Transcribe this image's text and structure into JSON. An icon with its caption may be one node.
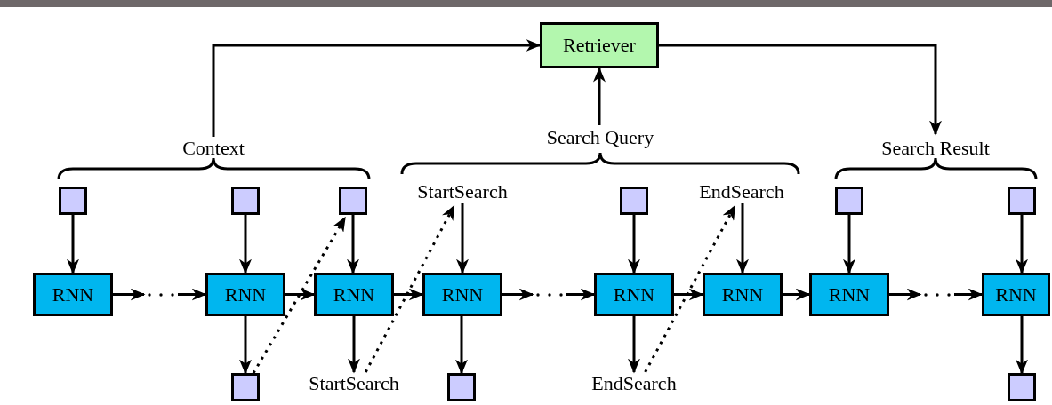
{
  "diagram": {
    "nodes": [
      {
        "text": [
          "Retriever"
        ]
      },
      {
        "text": [
          "Context"
        ]
      },
      {
        "text": [
          "Search Query"
        ]
      },
      {
        "text": [
          "Search Result"
        ]
      },
      {
        "text": [],
        "shape": "box"
      },
      {
        "text": [],
        "shape": "box"
      },
      {
        "text": [],
        "shape": "box"
      },
      {
        "text": [
          "StartSearch"
        ]
      },
      {
        "text": [],
        "shape": "box"
      },
      {
        "text": [
          "EndSearch"
        ]
      },
      {
        "text": [],
        "shape": "box"
      },
      {
        "text": [],
        "shape": "box"
      },
      {
        "text": [
          "RNN"
        ]
      },
      {
        "text": [
          "RNN"
        ]
      },
      {
        "text": [
          "RNN"
        ]
      },
      {
        "text": [
          "RNN"
        ]
      },
      {
        "text": [
          "RNN"
        ]
      },
      {
        "text": [
          "RNN"
        ]
      },
      {
        "text": [
          "RNN"
        ]
      },
      {
        "text": [
          "RNN"
        ]
      },
      {
        "text": [],
        "shape": "box"
      },
      {
        "text": [
          "StartSearch"
        ]
      },
      {
        "text": [],
        "shape": "box"
      },
      {
        "text": [
          "EndSearch"
        ]
      },
      {
        "text": [],
        "shape": "box"
      },
      {
        "text": [],
        "shape": "dots"
      },
      {
        "text": [],
        "shape": "dots"
      },
      {
        "text": [],
        "shape": "dots"
      }
    ],
    "edges": [
      {
        "from": 1,
        "to": 0,
        "arrow": "to"
      },
      {
        "from": 2,
        "to": 0,
        "arrow": "to"
      },
      {
        "from": 0,
        "to": 3,
        "arrow": "to"
      },
      {
        "from": 4,
        "to": 12,
        "arrow": "to"
      },
      {
        "from": 5,
        "to": 13,
        "arrow": "to"
      },
      {
        "from": 6,
        "to": 14,
        "arrow": "to"
      },
      {
        "from": 7,
        "to": 15,
        "arrow": "to"
      },
      {
        "from": 8,
        "to": 16,
        "arrow": "to"
      },
      {
        "from": 9,
        "to": 17,
        "arrow": "to"
      },
      {
        "from": 10,
        "to": 18,
        "arrow": "to"
      },
      {
        "from": 11,
        "to": 19,
        "arrow": "to"
      },
      {
        "from": 12,
        "to": 25,
        "arrow": "to"
      },
      {
        "from": 25,
        "to": 13,
        "arrow": "to"
      },
      {
        "from": 13,
        "to": 14,
        "arrow": "to"
      },
      {
        "from": 14,
        "to": 15,
        "arrow": "to"
      },
      {
        "from": 15,
        "to": 26,
        "arrow": "to"
      },
      {
        "from": 26,
        "to": 16,
        "arrow": "to"
      },
      {
        "from": 16,
        "to": 17,
        "arrow": "to"
      },
      {
        "from": 17,
        "to": 18,
        "arrow": "to"
      },
      {
        "from": 18,
        "to": 27,
        "arrow": "to"
      },
      {
        "from": 27,
        "to": 19,
        "arrow": "to"
      },
      {
        "from": 13,
        "to": 20,
        "arrow": "to"
      },
      {
        "from": 14,
        "to": 21,
        "arrow": "to"
      },
      {
        "from": 15,
        "to": 22,
        "arrow": "to"
      },
      {
        "from": 16,
        "to": 23,
        "arrow": "to"
      },
      {
        "from": 19,
        "to": 24,
        "arrow": "to"
      },
      {
        "from": 20,
        "to": 6,
        "arrow": "to",
        "style": "dashed"
      },
      {
        "from": 21,
        "to": 7,
        "arrow": "to",
        "style": "dashed"
      },
      {
        "from": 23,
        "to": 9,
        "arrow": "to",
        "style": "dashed"
      }
    ]
  }
}
